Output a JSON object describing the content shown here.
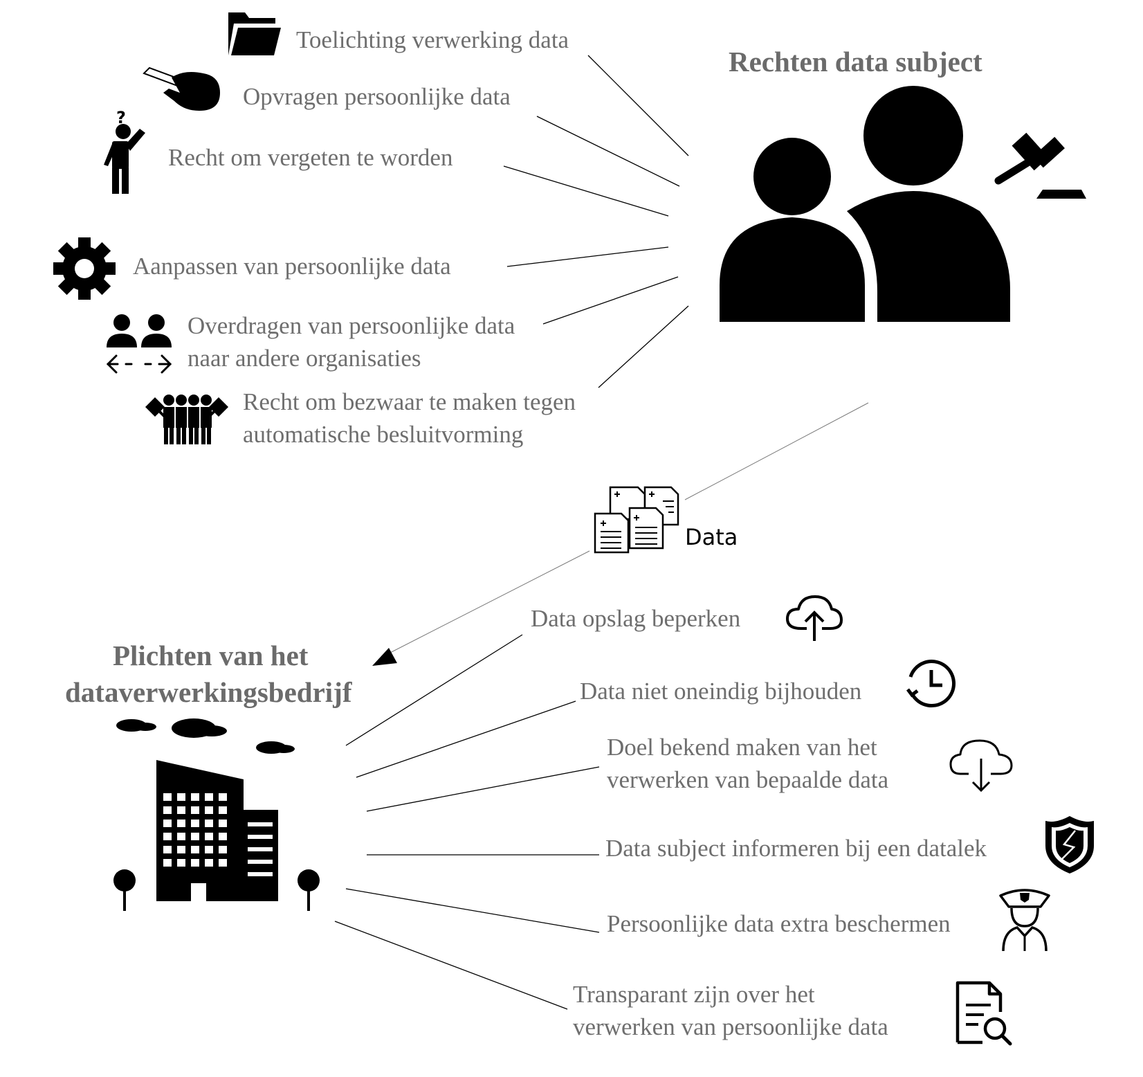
{
  "rights": {
    "title": "Rechten data subject",
    "items": [
      {
        "text": "Toelichting verwerking data",
        "icon": "folder-icon"
      },
      {
        "text": "Opvragen persoonlijke data",
        "icon": "hand-card-icon"
      },
      {
        "text": "Recht om vergeten te worden",
        "icon": "confused-person-icon"
      },
      {
        "text": "Aanpassen van persoonlijke data",
        "icon": "gear-icon"
      },
      {
        "text": "Overdragen van persoonlijke data",
        "text2": "naar andere organisaties",
        "icon": "people-transfer-icon"
      },
      {
        "text": "Recht om bezwaar te maken tegen",
        "text2": "automatische besluitvorming",
        "icon": "protest-group-icon"
      }
    ]
  },
  "flow": {
    "label": "Data",
    "icon": "documents-icon"
  },
  "duties": {
    "title_line1": "Plichten van het",
    "title_line2": "dataverwerkingsbedrijf",
    "items": [
      {
        "text": "Data opslag beperken",
        "icon": "cloud-upload-icon"
      },
      {
        "text": "Data niet oneindig bijhouden",
        "icon": "clock-icon"
      },
      {
        "text": "Doel bekend maken van het",
        "text2": "verwerken van bepaalde data",
        "icon": "cloud-download-icon"
      },
      {
        "text": "Data subject informeren bij een datalek",
        "icon": "broken-shield-icon"
      },
      {
        "text": "Persoonlijke data extra beschermen",
        "icon": "police-officer-icon"
      },
      {
        "text": "Transparant zijn over het",
        "text2": "verwerken van persoonlijke data",
        "icon": "document-search-icon"
      }
    ]
  },
  "colors": {
    "text": "#6e6e6e",
    "title": "#6b6b6b",
    "icon": "#000000",
    "line": "#000000"
  }
}
